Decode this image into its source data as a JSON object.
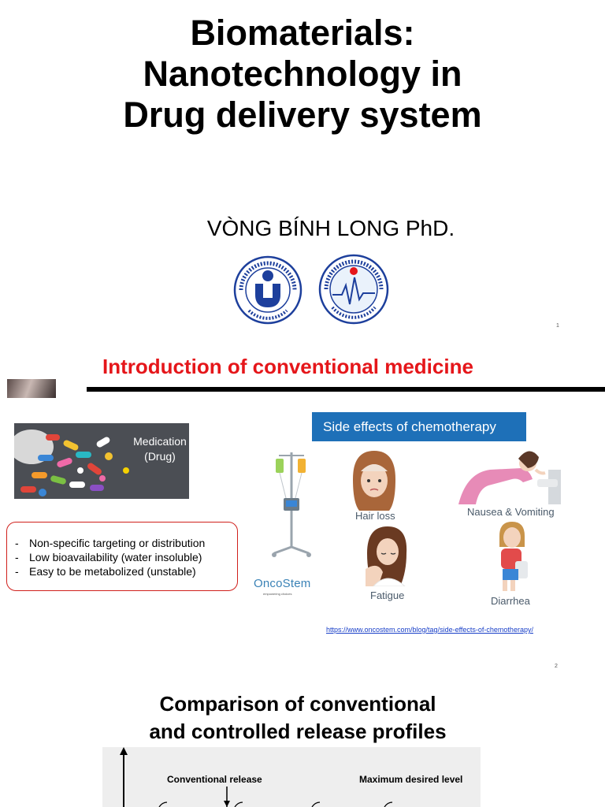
{
  "slide1": {
    "title_lines": [
      "Biomaterials:",
      "Nanotechnology in",
      "Drug delivery system"
    ],
    "author": "VÒNG BÍNH LONG PhD.",
    "page_number": "1",
    "logos": [
      "hcmc-international-university-logo",
      "biomedical-engineering-logo"
    ]
  },
  "slide2": {
    "title": "Introduction of conventional medicine",
    "medication_label_line1": "Medication",
    "medication_label_line2": "(Drug)",
    "bullets": [
      "Non-specific targeting or distribution",
      "Low bioavailability (water insoluble)",
      "Easy to be metabolized (unstable)"
    ],
    "chemo_banner": "Side effects of chemotherapy",
    "effects": {
      "hair_loss": "Hair loss",
      "nausea": "Nausea & Vomiting",
      "fatigue": "Fatigue",
      "diarrhea": "Diarrhea"
    },
    "brand": "OncoStem",
    "brand_tagline": "empowering choices",
    "reference_url": "https://www.oncostem.com/blog/tag/side-effects-of-chemotherapy/",
    "page_number": "2",
    "colors": {
      "title": "#e5161a",
      "banner": "#1e70b8",
      "box_border": "#d0201c"
    }
  },
  "slide3": {
    "title_line1": "Comparison of conventional",
    "title_line2": "and controlled release profiles",
    "chart_labels": {
      "conventional": "Conventional release",
      "maximum": "Maximum desired level"
    }
  }
}
